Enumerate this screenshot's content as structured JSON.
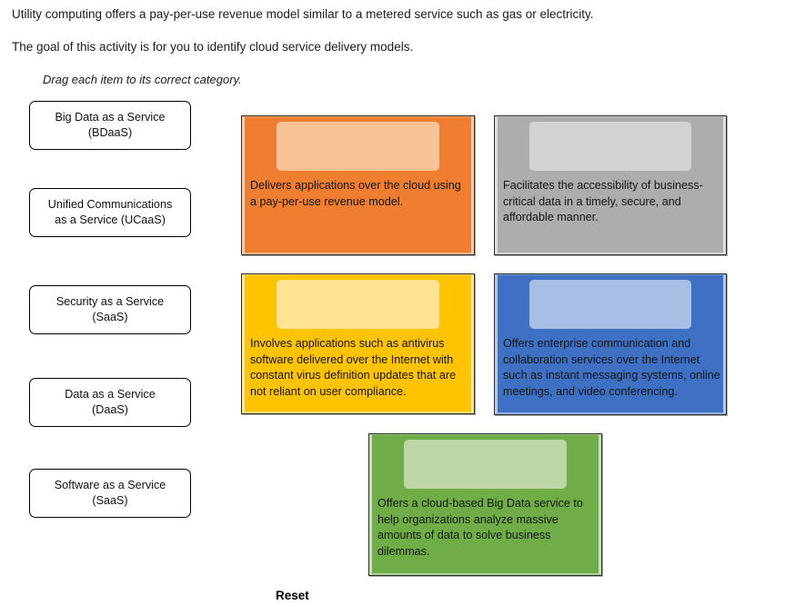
{
  "intro": {
    "line1": "Utility computing offers a pay-per-use revenue model similar to a metered service such as gas or electricity.",
    "line2": "The goal of this activity is for you to identify cloud service delivery models.",
    "instruction": "Drag each item to its correct category."
  },
  "drag_items": [
    {
      "line1": "Big Data as a Service",
      "line2": "(BDaaS)"
    },
    {
      "line1": "Unified Communications",
      "line2": "as a Service (UCaaS)"
    },
    {
      "line1": "Security as a Service",
      "line2": "(SaaS)"
    },
    {
      "line1": "Data as a Service",
      "line2": "(DaaS)"
    },
    {
      "line1": "Software as a Service",
      "line2": "(SaaS)"
    }
  ],
  "cards": [
    {
      "id": "orange",
      "text": "Delivers applications over the cloud using a pay-per-use revenue model.",
      "color": "#ef7e30",
      "dropzone_color": "#f7c296"
    },
    {
      "id": "gray",
      "text": "Facilitates the accessibility of business-critical data in a timely, secure, and affordable manner.",
      "color": "#adadad",
      "dropzone_color": "#d3d3d3"
    },
    {
      "id": "yellow",
      "text": "Involves applications such as antivirus software delivered over the Internet with constant virus definition updates that are not reliant on user compliance.",
      "color": "#ffc300",
      "dropzone_color": "#ffe392"
    },
    {
      "id": "blue",
      "text": "Offers enterprise communication and collaboration services over the Internet such as instant messaging systems, online meetings, and video conferencing.",
      "color": "#3e71c4",
      "dropzone_color": "#a8bfe4"
    },
    {
      "id": "green",
      "text": "Offers a cloud-based Big Data service to help organizations analyze massive amounts of data to solve business dilemmas.",
      "color": "#6fae46",
      "dropzone_color": "#bdd6a5"
    }
  ],
  "reset": {
    "label": "Reset"
  }
}
